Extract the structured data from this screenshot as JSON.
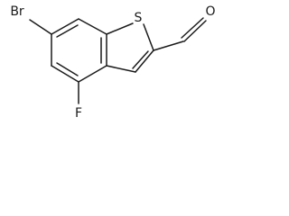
{
  "molecule": {
    "atoms": {
      "bromine": "Br",
      "sulfur": "S",
      "oxygen": "O",
      "fluorine": "F"
    }
  },
  "colors": {
    "ink": "#1a1a1a",
    "background": "#ffffff"
  }
}
